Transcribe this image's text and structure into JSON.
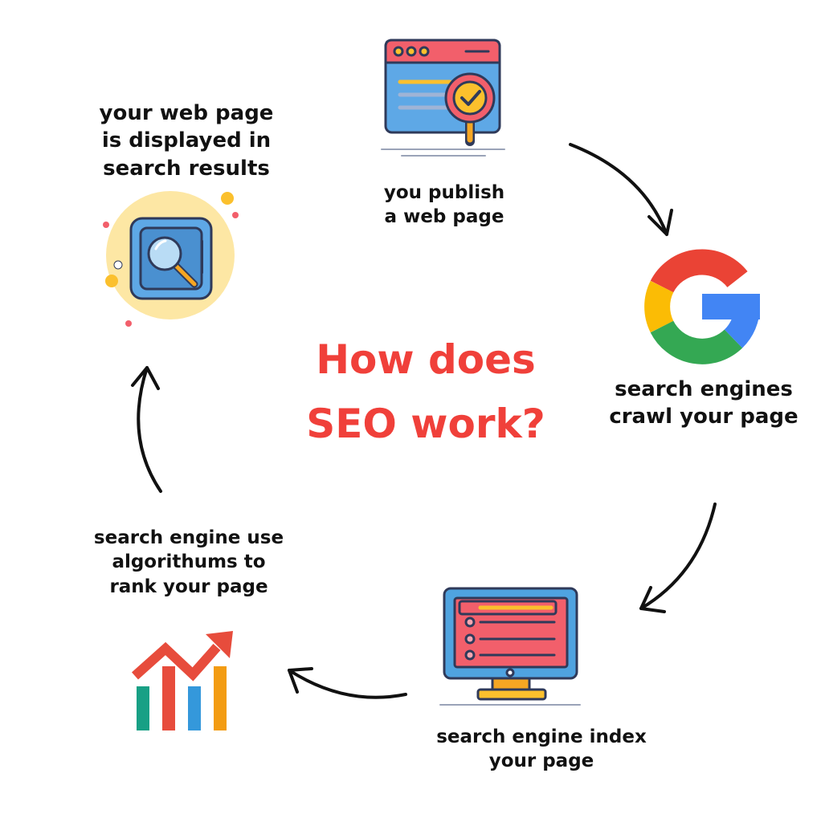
{
  "title": "How does\nSEO work?",
  "steps": {
    "publish": "you publish\na web page",
    "crawl": "search engines\ncrawl your page",
    "index": "search engine index\nyour page",
    "rank": "search engine use\nalgorithums to\nrank your page",
    "display": "your web page\nis displayed in\nsearch results"
  },
  "colors": {
    "title": "#f0403a",
    "text": "#111111",
    "google_blue": "#4285f4",
    "google_red": "#ea4335",
    "google_yellow": "#fbbc05",
    "google_green": "#34a853"
  },
  "icons": {
    "publish": "browser-magnifier-check-icon",
    "crawl": "google-g-logo-icon",
    "index": "monitor-list-icon",
    "rank": "bar-chart-trend-up-icon",
    "display": "magnifier-tile-icon"
  }
}
